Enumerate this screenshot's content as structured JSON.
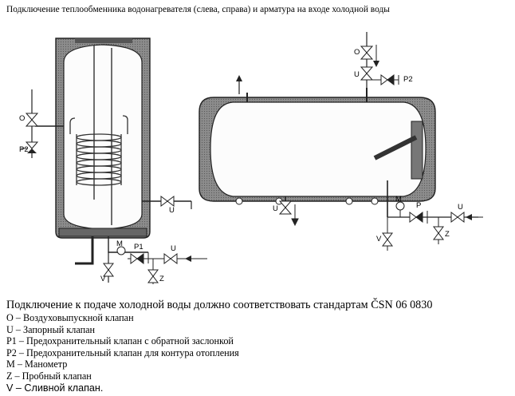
{
  "header": {
    "title": "Подключение теплообменника водонагревателя (слева, справа) и арматура на входе холодной воды"
  },
  "diagram_labels": {
    "o": "O",
    "u": "U",
    "p": "P",
    "p1": "P1",
    "p2": "P2",
    "m": "M",
    "v": "V",
    "z": "Z"
  },
  "legend": {
    "title": "Подключение к подаче холодной воды должно соответствовать стандартам ČSN 06 0830",
    "items": [
      "O – Воздуховыпускной клапан",
      "U – Запорный клапан",
      "P1 – Предохранительный клапан с обратной заслонкой",
      "P2 – Предохранительный клапан для контура отопления",
      "M – Манометр",
      "Z – Пробный клапан",
      "V – Сливной клапан."
    ]
  }
}
